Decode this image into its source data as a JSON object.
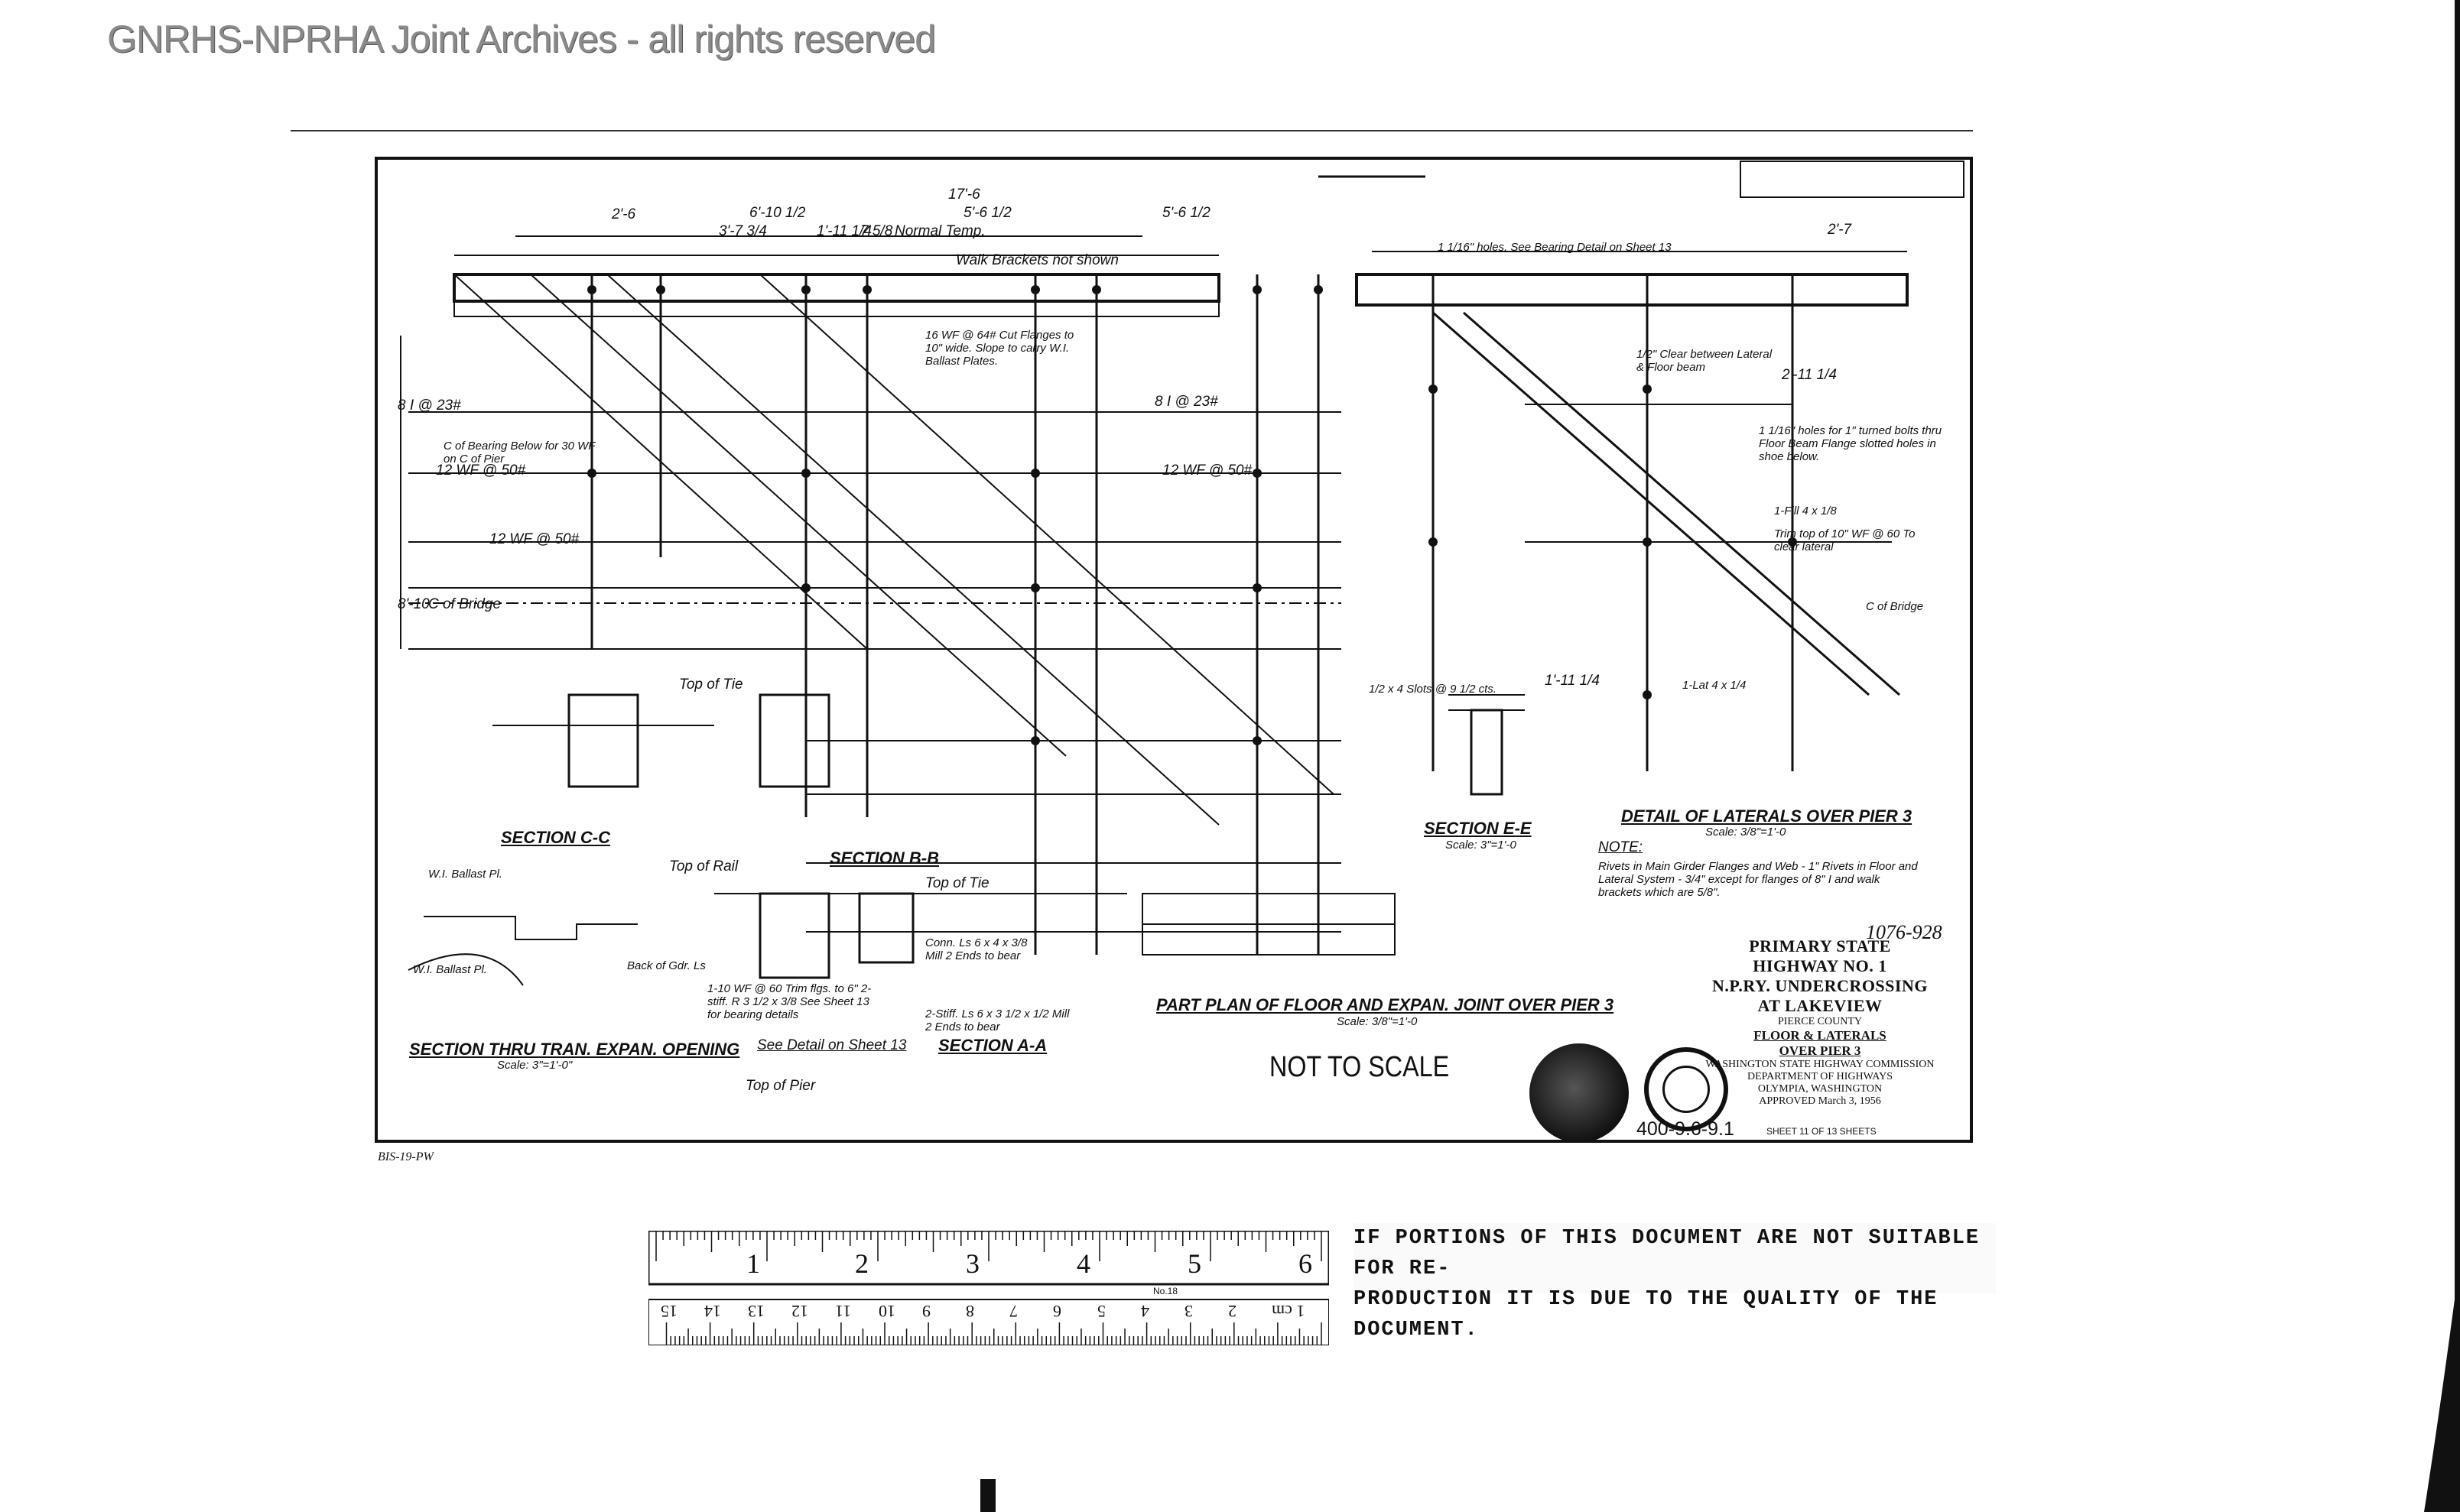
{
  "watermark": "GNRHS-NPRHA Joint Archives - all rights reserved",
  "sheet": {
    "not_to_scale": "NOT TO SCALE",
    "drawing_number": "400-9.6-9.1",
    "sheet_of": "SHEET 11 OF 13 SHEETS",
    "hand_note": "1076-928",
    "corner_mark": "BIS-19-PW"
  },
  "title_block": {
    "line1": "PRIMARY STATE HIGHWAY NO. 1",
    "line2": "N.P.RY. UNDERCROSSING AT LAKEVIEW",
    "line3": "PIERCE COUNTY",
    "line4": "FLOOR & LATERALS",
    "line5": "OVER PIER 3",
    "line6": "WASHINGTON STATE HIGHWAY COMMISSION",
    "line7": "DEPARTMENT OF HIGHWAYS",
    "line8": "OLYMPIA, WASHINGTON",
    "approved": "APPROVED March 3, 1956"
  },
  "views": {
    "section_cc": "SECTION C-C",
    "section_bb": "SECTION B-B",
    "section_aa": "SECTION A-A",
    "section_ee": "SECTION E-E",
    "section_ee_scale": "Scale: 3\"=1'-0",
    "section_tran": "SECTION THRU TRAN. EXPAN. OPENING",
    "section_tran_scale": "Scale: 3\"=1'-0\"",
    "part_plan": "PART PLAN OF FLOOR AND EXPAN. JOINT OVER PIER 3",
    "part_plan_scale": "Scale: 3/8\"=1'-0",
    "detail_laterals": "DETAIL OF LATERALS OVER PIER 3",
    "detail_laterals_scale": "Scale: 3/8\"=1'-0"
  },
  "annotations": {
    "walk_brackets": "Walk Brackets not shown",
    "normal_temp": "Normal Temp.",
    "bearing_below": "C of Bearing Below for 30 WF on C of Pier",
    "cl_bridge": "C of Bridge",
    "wf_50_a": "12 WF @ 50#",
    "wf_50_b": "12 WF @ 50#",
    "i_23": "8 I @ 23#",
    "top_of_tie": "Top of Tie",
    "top_of_rail": "Top of Rail",
    "top_of_pier": "Top of Pier",
    "see_detail": "See Detail on Sheet 13",
    "ballast_plates": "16 WF @ 64# Cut Flanges to 10\" wide. Slope to carry W.I. Ballast Plates.",
    "holes_note": "1 1/16\" holes, See Bearing Detail on Sheet 13",
    "clear_note": "1/2\" Clear between Lateral & Floor beam",
    "turned_bolts": "1 1/16\" holes for 1\" turned bolts thru Floor Beam Flange slotted holes in shoe below.",
    "trim_top": "Trim top of 10\" WF @ 60 To clear lateral",
    "fill": "1-Fill 4 x 1/8",
    "lat": "1-Lat 4 x 1/4",
    "bridge_ref": "C of Bridge",
    "note_title": "NOTE:",
    "note_text": "Rivets in Main Girder Flanges and Web - 1\" Rivets in Floor and Lateral System - 3/4\" except for flanges of 8\" I and walk brackets which are 5/8\".",
    "conn_ls": "Conn. Ls 6 x 4 x 3/8 Mill 2 Ends to bear",
    "stiff": "2-Stiff. Ls 6 x 3 1/2 x 1/2 Mill 2 Ends to bear",
    "trim_flgs": "1-10 WF @ 60 Trim flgs. to 6\" 2-stiff. R 3 1/2 x 3/8 See Sheet 13 for bearing details",
    "wi_ballast": "W.I. Ballast Pl.",
    "back_girder": "Back of Gdr. Ls",
    "slots": "1/2 x 4 Slots @ 9 1/2 cts."
  },
  "dims": {
    "d_17_6": "17'-6",
    "d_6_10": "6'-10 1/2",
    "d_5_6": "5'-6 1/2",
    "d_2_6": "2'-6",
    "d_2_7": "2'-7",
    "d_3_7": "3'-7 3/4",
    "d_1_11": "1'-11 1/4",
    "d_7": "7 5/8",
    "d_8_10": "8'-10",
    "d_5_6r": "5'-6 1/2",
    "d_2_11": "2'-11 1/4",
    "d_1_11b": "1'-11 1/4"
  },
  "ruler": {
    "inches": [
      "1",
      "2",
      "3",
      "4",
      "5",
      "6"
    ],
    "cm": [
      "1 cm",
      "2",
      "3",
      "4",
      "5",
      "6",
      "7",
      "8",
      "9",
      "10",
      "11",
      "12",
      "13",
      "14",
      "15"
    ],
    "model": "No.18"
  },
  "quality_note": {
    "line1": "IF PORTIONS OF THIS DOCUMENT ARE NOT SUITABLE FOR RE-",
    "line2": "PRODUCTION IT IS DUE TO THE QUALITY OF THE DOCUMENT."
  }
}
